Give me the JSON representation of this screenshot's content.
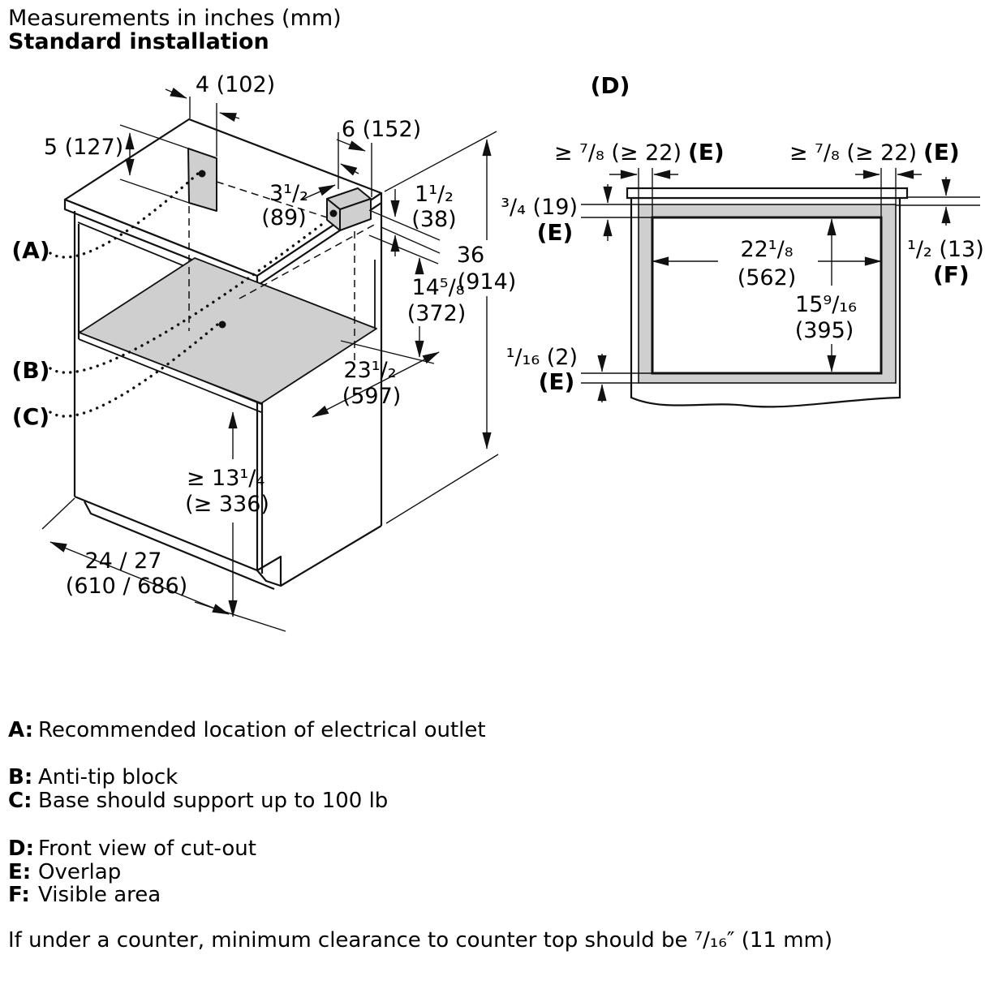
{
  "header": {
    "line1": "Measurements in inches (mm)",
    "line2": "Standard installation"
  },
  "iso_view": {
    "callouts": {
      "a": "(A)",
      "b": "(B)",
      "c": "(C)"
    },
    "dims": {
      "outlet_width": "4 (102)",
      "outlet_height": "5 (127)",
      "block_width": "6 (152)",
      "block_offset_1": "3¹/₂",
      "block_offset_2": "(89)",
      "edge_gap_1": "1¹/₂",
      "edge_gap_2": "(38)",
      "total_height_1": "36",
      "total_height_2": "(914)",
      "cavity_height_1": "14⁵/₈",
      "cavity_height_2": "(372)",
      "depth_1": "23¹/₂",
      "depth_2": "(597)",
      "base_height_1": "≥ 13¹/₄",
      "base_height_2": "(≥ 336)",
      "cabinet_width_1": "24 / 27",
      "cabinet_width_2": "(610 / 686)"
    }
  },
  "front_view": {
    "label_d": "(D)",
    "overlap_left": {
      "value": "≥ ⁷/₈ (≥ 22)",
      "label": "(E)"
    },
    "overlap_right": {
      "value": "≥ ⁷/₈ (≥ 22)",
      "label": "(E)"
    },
    "overlap_top": {
      "value": "³/₄ (19)",
      "label": "(E)"
    },
    "overlap_bottom": {
      "value": "¹/₁₆ (2)",
      "label": "(E)"
    },
    "visible_area": {
      "value": "¹/₂ (13)",
      "label": "(F)"
    },
    "cutout_width_1": "22¹/₈",
    "cutout_width_2": "(562)",
    "cutout_height_1": "15⁹/₁₆",
    "cutout_height_2": "(395)"
  },
  "legend": [
    {
      "key": "A:",
      "text": "Recommended location of electrical outlet"
    },
    {
      "key": "B:",
      "text": "Anti-tip block"
    },
    {
      "key": "C:",
      "text": "Base should support up to 100 lb"
    },
    {
      "key": "D:",
      "text": "Front view of cut-out"
    },
    {
      "key": "E:",
      "text": "Overlap"
    },
    {
      "key": "F:",
      "text": "Visible area"
    }
  ],
  "footnote": "If under a counter, minimum clearance to counter top should be ⁷/₁₆″ (11 mm)",
  "colors": {
    "line": "#111111",
    "shade_gray": "#cfcfcf",
    "background": "#ffffff",
    "text": "#000000"
  }
}
